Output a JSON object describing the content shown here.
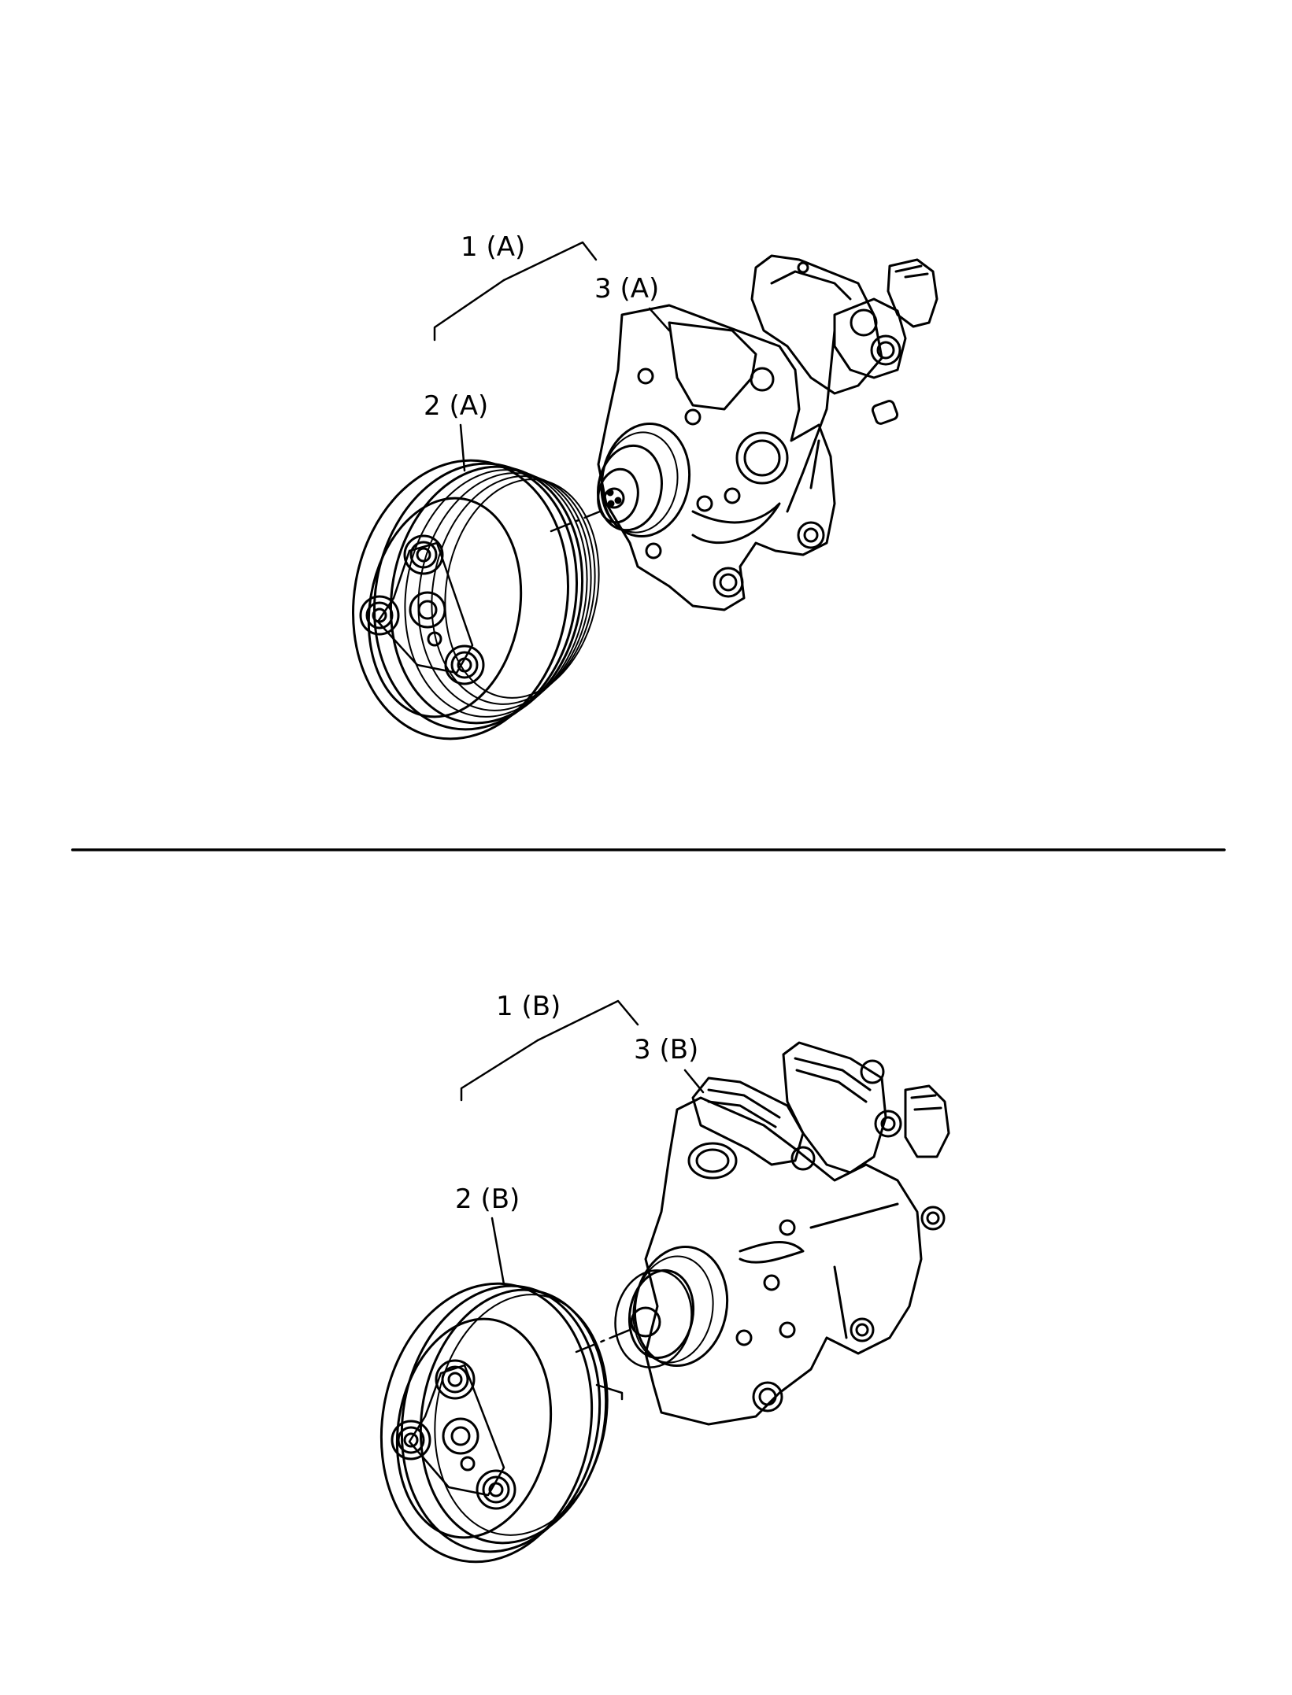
{
  "panels": [
    {
      "variant": "A",
      "callouts": {
        "assembly": "1 (A)",
        "clutch": "2 (A)",
        "compressor": "3 (A)"
      }
    },
    {
      "variant": "B",
      "callouts": {
        "assembly": "1 (B)",
        "clutch": "2 (B)",
        "compressor": "3 (B)"
      }
    }
  ],
  "colors": {
    "ink": "#000000",
    "paper": "#ffffff"
  }
}
